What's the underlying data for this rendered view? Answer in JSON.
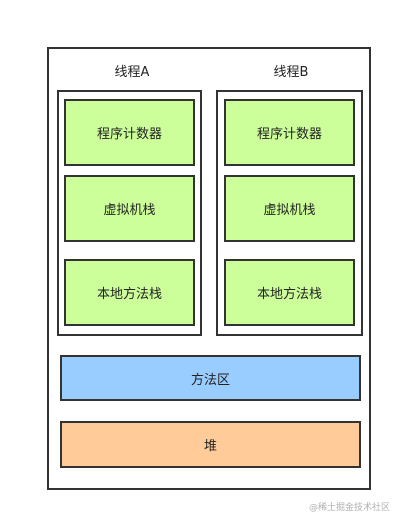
{
  "diagram": {
    "threads": [
      {
        "title": "线程A",
        "regions": [
          "程序计数器",
          "虚拟机栈",
          "本地方法栈"
        ]
      },
      {
        "title": "线程B",
        "regions": [
          "程序计数器",
          "虚拟机栈",
          "本地方法栈"
        ]
      }
    ],
    "shared": {
      "method_area": "方法区",
      "heap": "堆"
    },
    "colors": {
      "thread_region": "#ccff99",
      "method_area": "#99ccff",
      "heap": "#ffcc99"
    }
  },
  "watermark": "@稀土掘金技术社区"
}
